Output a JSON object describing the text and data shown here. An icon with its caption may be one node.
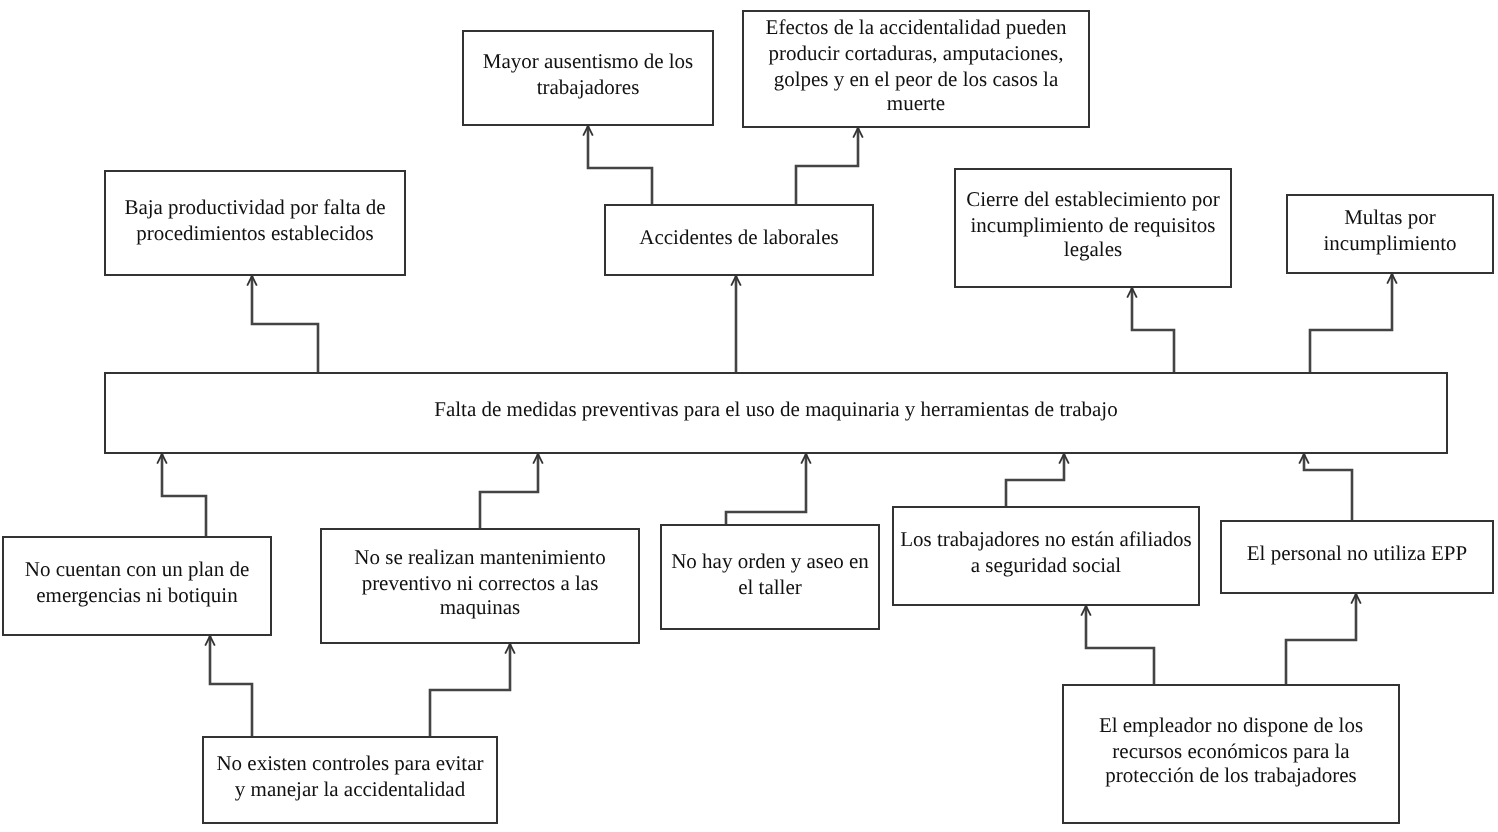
{
  "diagram": {
    "nodes": [
      {
        "text": [
          "Mayor ausentismo de los trabajadores"
        ]
      },
      {
        "text": [
          "Efectos de la accidentalidad pueden producir cortaduras, amputaciones, golpes y en el peor de los casos la muerte"
        ]
      },
      {
        "text": [
          "Baja productividad por falta de procedimientos establecidos"
        ]
      },
      {
        "text": [
          "Accidentes de laborales"
        ]
      },
      {
        "text": [
          "Cierre del establecimiento por incumplimiento de requisitos legales"
        ]
      },
      {
        "text": [
          "Multas por incumplimiento"
        ]
      },
      {
        "text": [
          "Falta de medidas preventivas para el uso de maquinaria y herramientas de trabajo"
        ]
      },
      {
        "text": [
          "No cuentan con un plan de emergencias ni botiquin"
        ]
      },
      {
        "text": [
          "No se realizan mantenimiento preventivo ni correctos a las maquinas"
        ]
      },
      {
        "text": [
          "No hay orden y aseo en el taller"
        ]
      },
      {
        "text": [
          "Los trabajadores no están afiliados a seguridad social"
        ]
      },
      {
        "text": [
          "El personal no utiliza EPP"
        ]
      },
      {
        "text": [
          "No existen controles para evitar y manejar la accidentalidad"
        ]
      },
      {
        "text": [
          "El empleador no dispone de los recursos económicos para la protección de los trabajadores"
        ]
      }
    ],
    "edges": [
      {
        "from": 6,
        "to": 2,
        "arrow": "to"
      },
      {
        "from": 6,
        "to": 3,
        "arrow": "to"
      },
      {
        "from": 3,
        "to": 0,
        "arrow": "to"
      },
      {
        "from": 3,
        "to": 1,
        "arrow": "to"
      },
      {
        "from": 6,
        "to": 4,
        "arrow": "to"
      },
      {
        "from": 6,
        "to": 5,
        "arrow": "to"
      },
      {
        "from": 7,
        "to": 6,
        "arrow": "to"
      },
      {
        "from": 8,
        "to": 6,
        "arrow": "to"
      },
      {
        "from": 9,
        "to": 6,
        "arrow": "to"
      },
      {
        "from": 10,
        "to": 6,
        "arrow": "to"
      },
      {
        "from": 11,
        "to": 6,
        "arrow": "to"
      },
      {
        "from": 12,
        "to": 7,
        "arrow": "to"
      },
      {
        "from": 12,
        "to": 8,
        "arrow": "to"
      },
      {
        "from": 13,
        "to": 10,
        "arrow": "to"
      },
      {
        "from": 13,
        "to": 11,
        "arrow": "to"
      }
    ]
  }
}
